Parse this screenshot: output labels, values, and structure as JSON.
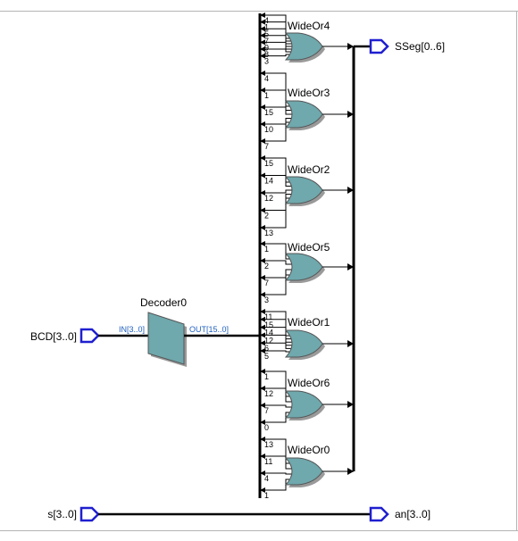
{
  "diagram": {
    "colors": {
      "gate_fill": "#6fa8ad",
      "gate_shadow": "#9a9a9a",
      "wire": "#000000",
      "port": "#1f1fd0",
      "bus_label": "#1f5fbf"
    },
    "inputs": [
      {
        "id": "bcd",
        "label": "BCD[3..0]"
      },
      {
        "id": "s",
        "label": "s[3..0]"
      }
    ],
    "outputs": [
      {
        "id": "sseg",
        "label": "SSeg[0..6]"
      },
      {
        "id": "an",
        "label": "an[3..0]"
      }
    ],
    "decoder": {
      "name": "Decoder0",
      "in_label": "IN[3..0]",
      "out_label": "OUT[15..0]"
    },
    "gates": [
      {
        "name": "WideOr4",
        "pins": [
          "4",
          "1",
          "5",
          "7",
          "9",
          "8",
          "3"
        ]
      },
      {
        "name": "WideOr3",
        "pins": [
          "4",
          "1",
          "15",
          "10",
          "7"
        ]
      },
      {
        "name": "WideOr2",
        "pins": [
          "15",
          "14",
          "12",
          "2",
          "13"
        ]
      },
      {
        "name": "WideOr5",
        "pins": [
          "1",
          "2",
          "7",
          "3"
        ]
      },
      {
        "name": "WideOr1",
        "pins": [
          "11",
          "15",
          "14",
          "12",
          "6",
          "5"
        ]
      },
      {
        "name": "WideOr6",
        "pins": [
          "1",
          "12",
          "7",
          "0"
        ]
      },
      {
        "name": "WideOr0",
        "pins": [
          "13",
          "11",
          "4",
          "1"
        ]
      }
    ]
  }
}
